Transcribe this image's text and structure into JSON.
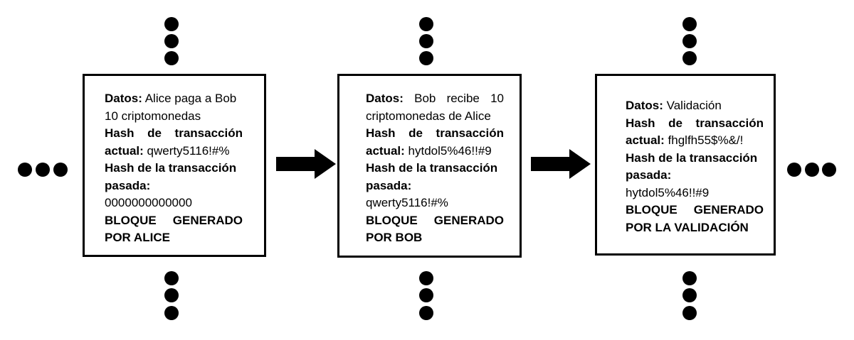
{
  "blocks": [
    {
      "datos_label": "Datos:",
      "datos_line1": "Alice paga a Bob",
      "datos_line2": "10 criptomonedas",
      "hash_actual_label_w1": "Hash",
      "hash_actual_label_w2": "de",
      "hash_actual_label_w3": "transacción",
      "hash_actual_label_2": "actual:",
      "hash_actual_value": "qwerty5116!#%",
      "hash_prev_label_1": "Hash de la transacción",
      "hash_prev_label_2": "pasada:",
      "hash_prev_value": "0000000000000",
      "footer_w1": "BLOQUE",
      "footer_w2": "GENERADO",
      "footer_line2": "POR ALICE"
    },
    {
      "datos_label": "Datos:",
      "datos_w1": "Bob",
      "datos_w2": "recibe",
      "datos_w3": "10",
      "datos_line2": "criptomonedas de Alice",
      "hash_actual_label_w1": "Hash",
      "hash_actual_label_w2": "de",
      "hash_actual_label_w3": "transacción",
      "hash_actual_label_2": "actual:",
      "hash_actual_value": "hytdol5%46!!#9",
      "hash_prev_label_1": "Hash de la transacción",
      "hash_prev_label_2": "pasada:",
      "hash_prev_value": "qwerty5116!#%",
      "footer_w1": "BLOQUE",
      "footer_w2": "GENERADO",
      "footer_line2": "POR BOB"
    },
    {
      "datos_label": "Datos:",
      "datos_value": "Validación",
      "hash_actual_label_w1": "Hash",
      "hash_actual_label_w2": "de",
      "hash_actual_label_w3": "transacción",
      "hash_actual_label_2": "actual:",
      "hash_actual_value": "fhglfh55$%&/!",
      "hash_prev_label_1": "Hash de la transacción",
      "hash_prev_label_2": "pasada:",
      "hash_prev_value": "hytdol5%46!!#9",
      "footer_w1": "BLOQUE",
      "footer_w2": "GENERADO",
      "footer_line2": "POR LA VALIDACIÓN"
    }
  ],
  "colors": {
    "ink": "#000000",
    "background": "#ffffff"
  },
  "icons": [
    "ellipsis-dots",
    "right-arrow"
  ]
}
